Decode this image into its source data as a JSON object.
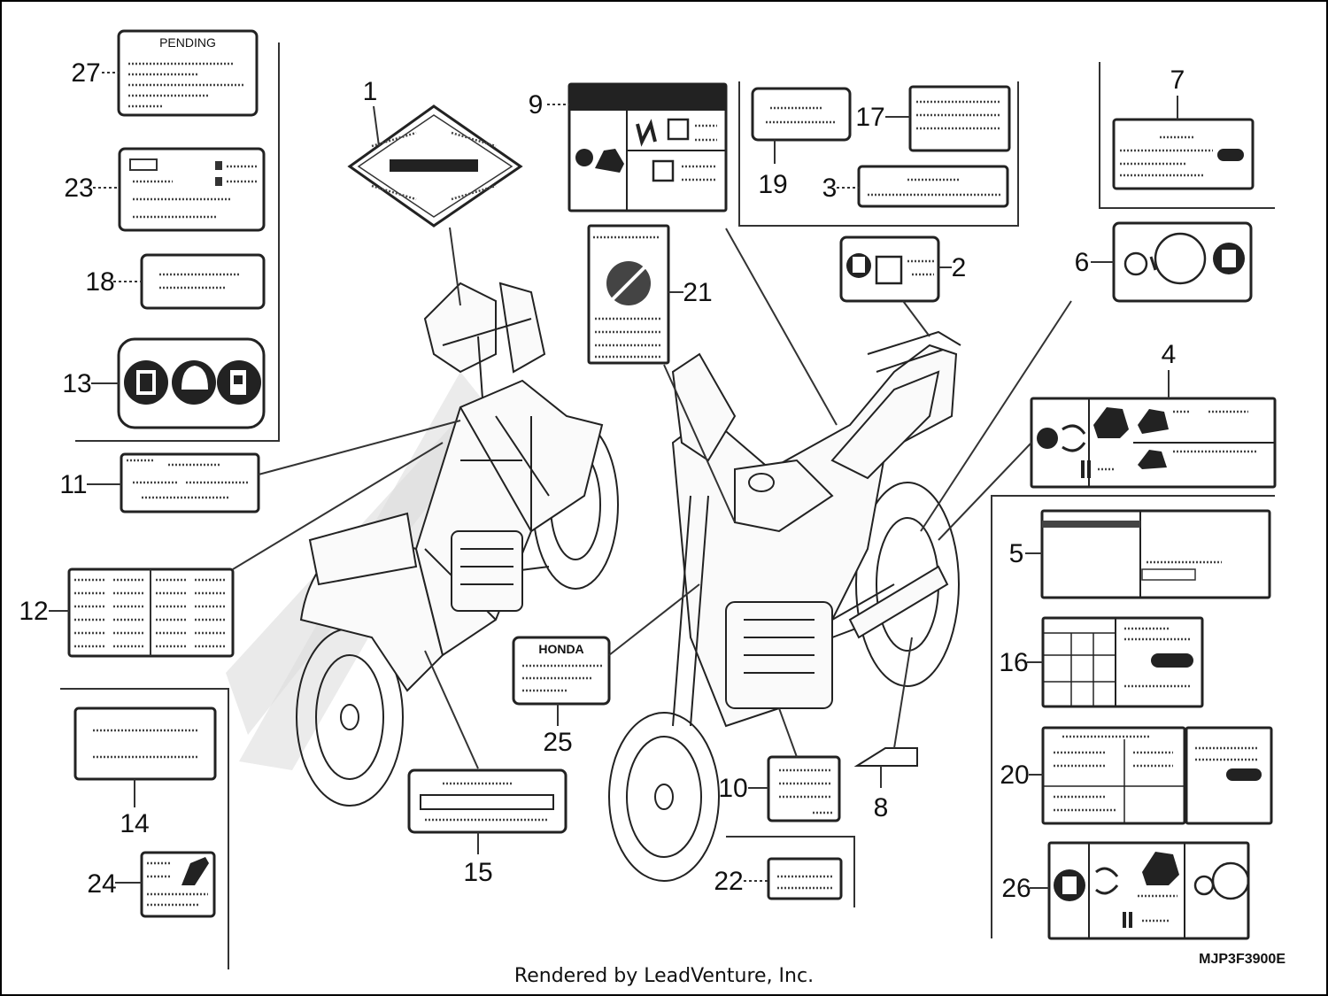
{
  "diagram_code": "MJP3F3900E",
  "footer_text": "Rendered by LeadVenture, Inc.",
  "callouts": {
    "n1": "1",
    "n2": "2",
    "n3": "3",
    "n4": "4",
    "n5": "5",
    "n6": "6",
    "n7": "7",
    "n8": "8",
    "n9": "9",
    "n10": "10",
    "n11": "11",
    "n12": "12",
    "n13": "13",
    "n14": "14",
    "n15": "15",
    "n16": "16",
    "n17": "17",
    "n18": "18",
    "n19": "19",
    "n20": "20",
    "n21": "21",
    "n22": "22",
    "n23": "23",
    "n24": "24",
    "n25": "25",
    "n26": "26",
    "n27": "27"
  },
  "label_texts": {
    "pending": "PENDING",
    "honda": "HONDA"
  }
}
